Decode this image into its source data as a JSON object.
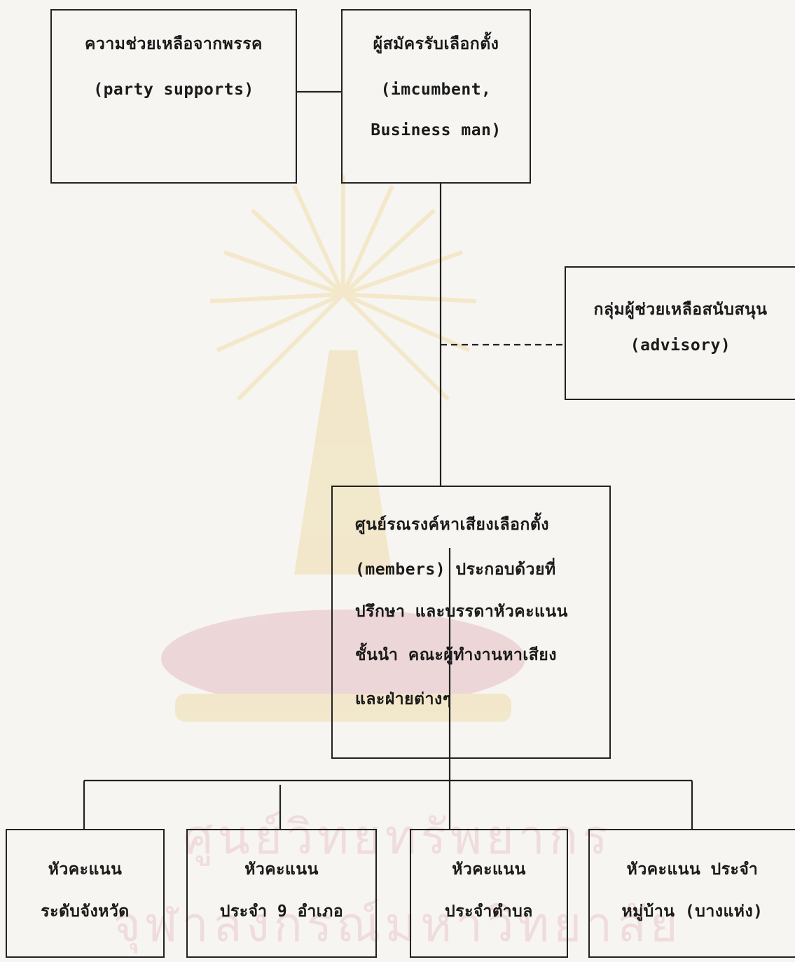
{
  "boxes": {
    "party": {
      "line1": "ความช่วยเหลือจากพรรค",
      "line2": "(party supports)"
    },
    "candidate": {
      "line1": "ผู้สมัครรับเลือกตั้ง",
      "line2": "(imcumbent,",
      "line3": "Business man)"
    },
    "advisory": {
      "line1": "กลุ่มผู้ช่วยเหลือสนับสนุน",
      "line2": "(advisory)"
    },
    "center": {
      "line1": "ศูนย์รณรงค์หาเสียงเลือกตั้ง",
      "line2": "(members) ประกอบด้วยที่",
      "line3": "ปรึกษา และบรรดาหัวคะแนน",
      "line4": "ชั้นนำ คณะผู้ทำงานหาเสียง",
      "line5": "และฝ่ายต่างๆ"
    },
    "province": {
      "line1": "หัวคะแนน",
      "line2": "ระดับจังหวัด"
    },
    "district": {
      "line1": "หัวคะแนน",
      "line2": "ประจำ 9 อำเภอ"
    },
    "subdistrict": {
      "line1": "หัวคะแนน",
      "line2": "ประจำตำบล"
    },
    "village": {
      "line1": "หัวคะแนน ประจำ",
      "line2": "หมู่บ้าน (บางแห่ง)"
    }
  },
  "watermark": {
    "line1": "ศูนย์วิทยทรัพยากร",
    "line2": "จุฬาลงกรณ์มหาวิทยาลัย"
  },
  "colors": {
    "line": "#222222",
    "watermark": "#e6b0b8",
    "background": "#f6f5f1"
  }
}
